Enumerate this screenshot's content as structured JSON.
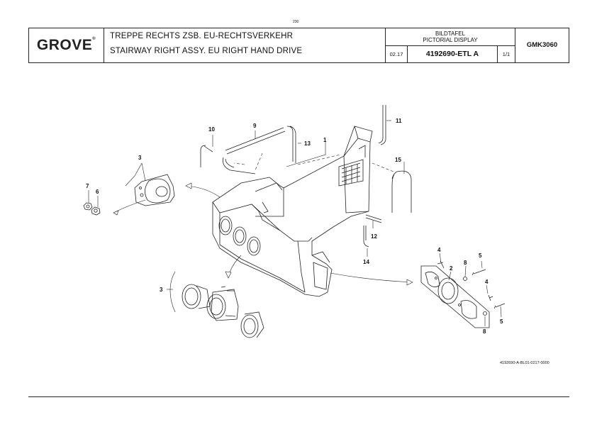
{
  "page": {
    "number": "230"
  },
  "header": {
    "logo": "GROVE",
    "title_de": "TREPPE RECHTS ZSB. EU-RECHTSVERKEHR",
    "title_en": "STAIRWAY RIGHT ASSY. EU RIGHT HAND DRIVE",
    "bildtafel": "BILDTAFEL",
    "pictorial": "PICTORIAL DISPLAY",
    "date": "02.17",
    "part_number": "4192690-ETL A",
    "sheet": "1/1",
    "model": "GMK3060"
  },
  "callouts": [
    "1",
    "2",
    "3",
    "3",
    "4",
    "4",
    "5",
    "5",
    "6",
    "7",
    "8",
    "8",
    "9",
    "10",
    "11",
    "12",
    "13",
    "14",
    "15"
  ],
  "reference": "4192690-A-BL01-0217-0000"
}
